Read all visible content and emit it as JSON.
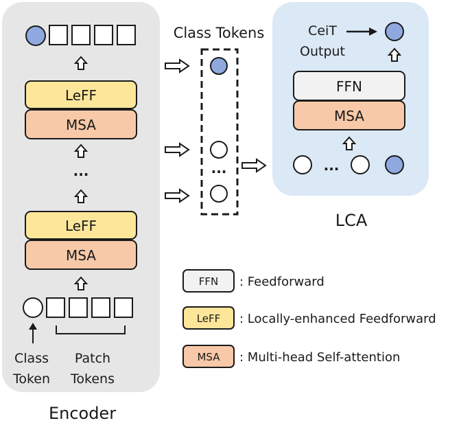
{
  "encoder": {
    "title": "Encoder",
    "block_top": {
      "leff_label": "LeFF",
      "msa_label": "MSA"
    },
    "block_bottom": {
      "leff_label": "LeFF",
      "msa_label": "MSA"
    },
    "ellipsis": "...",
    "class_token_label": [
      "Class",
      "Token"
    ],
    "patch_tokens_label": [
      "Patch",
      "Tokens"
    ]
  },
  "class_tokens": {
    "title": "Class Tokens",
    "ellipsis": "..."
  },
  "lca": {
    "title": "LCA",
    "output_label": [
      "CeiT",
      "Output"
    ],
    "ffn_label": "FFN",
    "msa_label": "MSA",
    "ellipsis": "..."
  },
  "legend": [
    {
      "key": "FFN",
      "description": ": Feedforward"
    },
    {
      "key": "LeFF",
      "description": ": Locally-enhanced Feedforward"
    },
    {
      "key": "MSA",
      "description": ": Multi-head Self-attention"
    }
  ],
  "colors": {
    "panel_bg": "#e6e6e6",
    "lca_bg": "#dbe8f5",
    "leff_fill": "#fde69a",
    "msa_fill": "#f7c9a8",
    "ffn_fill": "#f2f2f2",
    "class_token_fill": "#8fa9e0",
    "stroke": "#1a1a1a"
  }
}
